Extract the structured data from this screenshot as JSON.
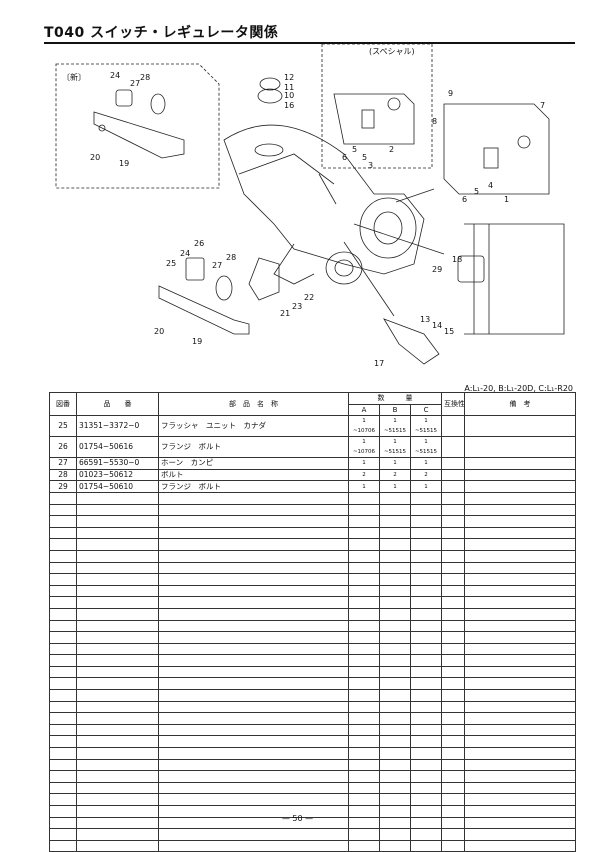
{
  "page": {
    "title": "T040 スイッチ・レギュレータ関係",
    "applicability": "A:L₁-20, B:L₁-20D, C:L₁-R20",
    "page_number": "— 50 —"
  },
  "diagram": {
    "inset_new_label": "〔新〕",
    "special_label": "(スペシャル)",
    "callouts": [
      "1",
      "2",
      "3",
      "4",
      "5",
      "5",
      "5",
      "6",
      "6",
      "7",
      "8",
      "9",
      "10",
      "11",
      "12",
      "13",
      "14",
      "15",
      "16",
      "17",
      "18",
      "19",
      "19",
      "20",
      "20",
      "21",
      "22",
      "23",
      "24",
      "24",
      "25",
      "26",
      "27",
      "27",
      "28",
      "28",
      "29"
    ]
  },
  "table": {
    "headers": {
      "fig_no": "図番",
      "part_no": "品　　番",
      "part_name": "部　品　名　称",
      "qty": "数　　　量",
      "qty_a": "A",
      "qty_b": "B",
      "qty_c": "C",
      "interchange": "互換性",
      "remarks": "備　考"
    },
    "rows": [
      {
        "no": "25",
        "part": "31351−3372−0",
        "name": "フラッシャ　ユニット　カナダ",
        "a": [
          "1",
          "~10706"
        ],
        "b": [
          "1",
          "~51515"
        ],
        "c": [
          "1",
          "~51515"
        ],
        "ic": "",
        "remarks": ""
      },
      {
        "no": "26",
        "part": "01754−50616",
        "name": "フランジ　ボルト",
        "a": [
          "1",
          "~10706"
        ],
        "b": [
          "1",
          "~51515"
        ],
        "c": [
          "1",
          "~51515"
        ],
        "ic": "",
        "remarks": ""
      },
      {
        "no": "27",
        "part": "66591−5530−0",
        "name": "ホーン　カンピ",
        "a": [
          "1",
          ""
        ],
        "b": [
          "1",
          ""
        ],
        "c": [
          "1",
          ""
        ],
        "ic": "",
        "remarks": ""
      },
      {
        "no": "28",
        "part": "01023−50612",
        "name": "ボルト",
        "a": [
          "2",
          ""
        ],
        "b": [
          "2",
          ""
        ],
        "c": [
          "2",
          ""
        ],
        "ic": "",
        "remarks": ""
      },
      {
        "no": "29",
        "part": "01754−50610",
        "name": "フランジ　ボルト",
        "a": [
          "1",
          ""
        ],
        "b": [
          "1",
          ""
        ],
        "c": [
          "1",
          ""
        ],
        "ic": "",
        "remarks": ""
      }
    ]
  }
}
